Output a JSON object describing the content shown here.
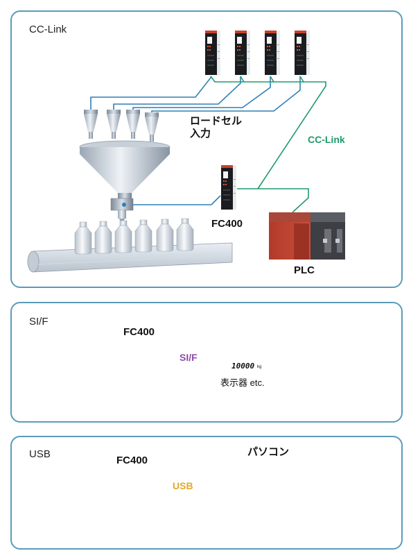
{
  "cclink_panel": {
    "title": "CC-Link",
    "loadcell_line1": "ロードセル",
    "loadcell_line2": "入力",
    "network_label": "CC-Link",
    "device_label": "FC400",
    "plc_label": "PLC"
  },
  "sif_panel": {
    "title": "SI/F",
    "device_label": "FC400",
    "link_label": "SI/F",
    "display_readout": "10000",
    "display_unit": "kg",
    "display_label": "表示器 etc."
  },
  "usb_panel": {
    "title": "USB",
    "device_label": "FC400",
    "link_label": "USB",
    "pc_label": "パソコン"
  },
  "colors": {
    "panel_border": "#5b9bb8",
    "loadcell_wire": "#2f7fb6",
    "cclink_wire": "#1f9a6a",
    "sif_wire": "#8e4aa8",
    "usb_wire": "#e3a82a"
  }
}
